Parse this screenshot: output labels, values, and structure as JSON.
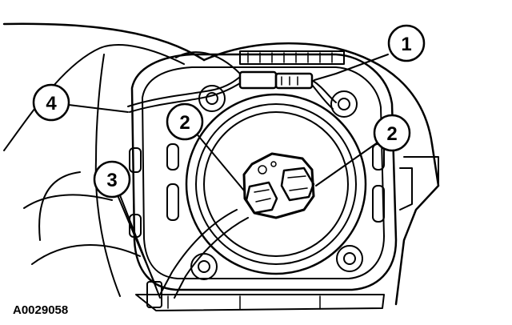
{
  "figure": {
    "id_text": "A0029058",
    "callouts": [
      {
        "label": "1",
        "part": "connector"
      },
      {
        "label": "2",
        "part": "connector-left"
      },
      {
        "label": "2",
        "part": "connector-right"
      },
      {
        "label": "3",
        "part": "harness-clip"
      },
      {
        "label": "4",
        "part": "wiring-harness"
      }
    ]
  }
}
